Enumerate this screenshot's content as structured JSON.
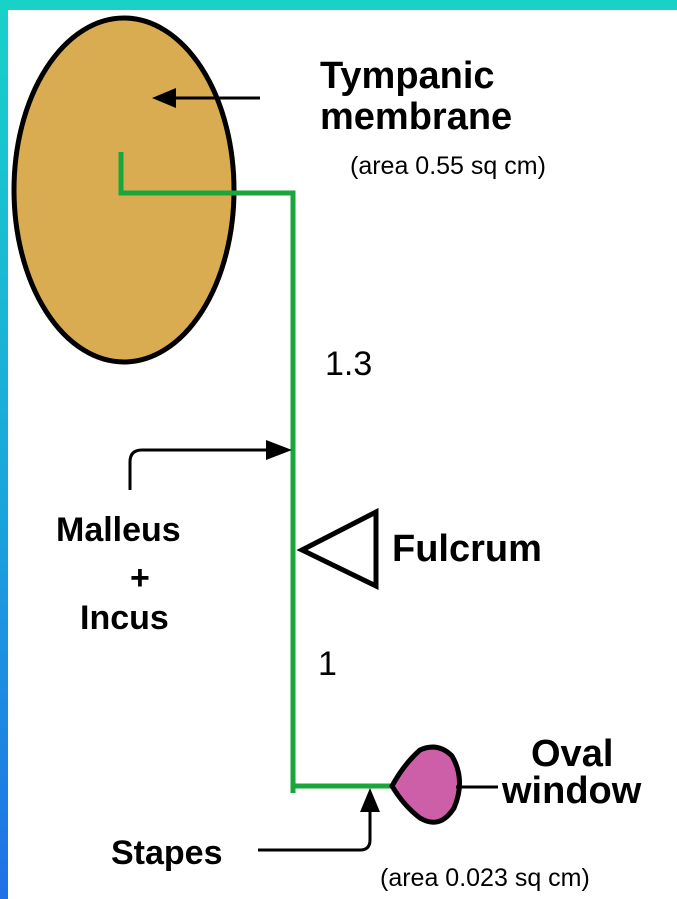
{
  "labels": {
    "tympanic_line1": "Tympanic",
    "tympanic_line2": "membrane",
    "tympanic_area": "(area 0.55 sq cm)",
    "lever_upper": "1.3",
    "lever_lower": "1",
    "malleus_line1": "Malleus",
    "malleus_line2": "+",
    "malleus_line3": "Incus",
    "fulcrum": "Fulcrum",
    "oval_line1": "Oval",
    "oval_line2": "window",
    "stapes": "Stapes",
    "oval_area": "(area 0.023 sq cm)"
  },
  "colors": {
    "membrane_fill": "#d9ac52",
    "lever_green": "#1aa63a",
    "oval_fill": "#cc5fa8",
    "outline": "#000000"
  }
}
